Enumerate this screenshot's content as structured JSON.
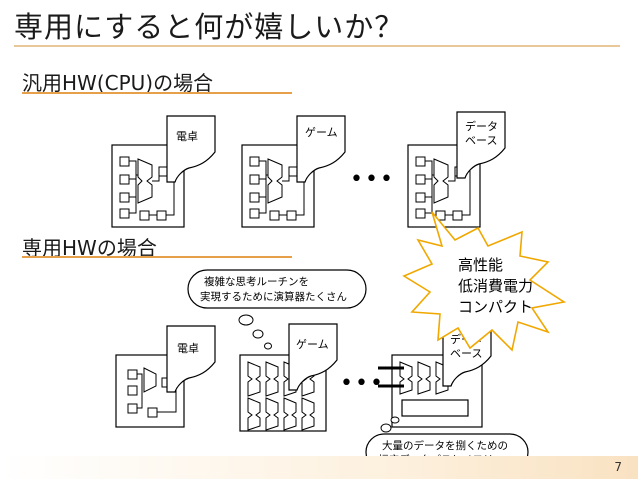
{
  "title": "専用にすると何が嬉しいか？",
  "section_general": "汎用HW(CPU)の場合",
  "section_dedicated": "専用HWの場合",
  "docs": {
    "calculator": "電卓",
    "game": "ゲーム",
    "database_line1": "データ",
    "database_line2": "ベース"
  },
  "ellipsis": "•••",
  "burst": {
    "line1": "高性能",
    "line2": "低消費電力",
    "line3": "コンパクト"
  },
  "bubble_top": {
    "line1": "複雑な思考ルーチンを",
    "line2": "実現するために演算器たくさん"
  },
  "bubble_bottom": {
    "line1": "大量のデータを捌くための",
    "line2": "幅広データパスとメモリ"
  },
  "page_number": "7",
  "colors": {
    "accent_rule": "#e7a04a",
    "burst_fill": "#ffffff",
    "burst_stroke": "#f0a800"
  }
}
